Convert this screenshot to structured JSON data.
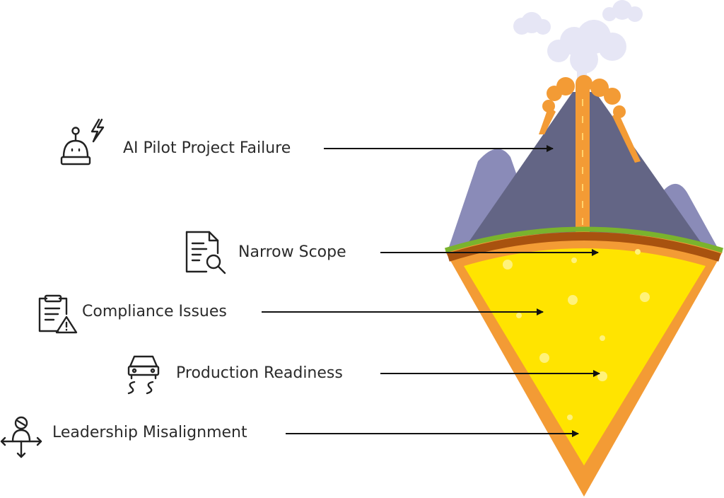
{
  "layers": [
    {
      "label": "AI Pilot Project Failure",
      "icon": "robot-icon"
    },
    {
      "label": "Narrow Scope",
      "icon": "document-search-icon"
    },
    {
      "label": "Compliance Issues",
      "icon": "clipboard-warning-icon"
    },
    {
      "label": "Production Readiness",
      "icon": "car-road-icon"
    },
    {
      "label": "Leadership Misalignment",
      "icon": "person-arrows-icon"
    }
  ],
  "colors": {
    "mountain": "#636585",
    "mountain_back": "#8a8bb8",
    "lava": "#f39b35",
    "core": "#ffe400",
    "crust": "#a8520f",
    "grass": "#7ab32d",
    "smoke": "#e6e6f5",
    "arrow": "#111111"
  }
}
